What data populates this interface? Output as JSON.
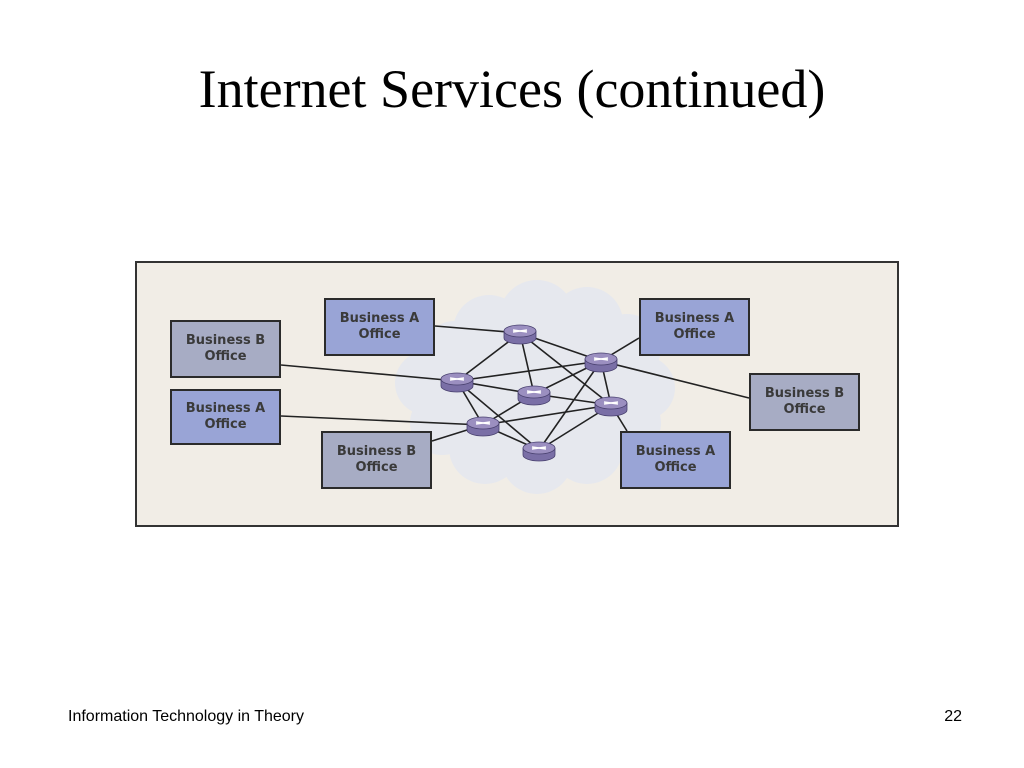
{
  "slide": {
    "title": "Internet Services (continued)",
    "footer_left": "Information Technology in Theory",
    "page_number": "22"
  },
  "diagram": {
    "offices": [
      {
        "id": "a_top_left",
        "line1": "Business A",
        "line2": "Office",
        "kind": "A"
      },
      {
        "id": "b_left",
        "line1": "Business B",
        "line2": "Office",
        "kind": "B"
      },
      {
        "id": "a_left",
        "line1": "Business A",
        "line2": "Office",
        "kind": "A"
      },
      {
        "id": "b_bottom_left",
        "line1": "Business B",
        "line2": "Office",
        "kind": "B"
      },
      {
        "id": "a_top_right",
        "line1": "Business A",
        "line2": "Office",
        "kind": "A"
      },
      {
        "id": "b_right",
        "line1": "Business B",
        "line2": "Office",
        "kind": "B"
      },
      {
        "id": "a_bottom_right",
        "line1": "Business A",
        "line2": "Office",
        "kind": "A"
      }
    ],
    "routers": [
      "r1",
      "r2",
      "r3",
      "r4",
      "r5",
      "r6",
      "r7"
    ],
    "links": [
      [
        "a_top_left",
        "r1"
      ],
      [
        "b_left",
        "r3"
      ],
      [
        "a_left",
        "r6"
      ],
      [
        "b_bottom_left",
        "r6"
      ],
      [
        "a_top_right",
        "r2"
      ],
      [
        "b_right",
        "r2"
      ],
      [
        "a_bottom_right",
        "r5"
      ],
      [
        "r1",
        "r2"
      ],
      [
        "r1",
        "r3"
      ],
      [
        "r1",
        "r4"
      ],
      [
        "r1",
        "r5"
      ],
      [
        "r2",
        "r3"
      ],
      [
        "r2",
        "r4"
      ],
      [
        "r2",
        "r5"
      ],
      [
        "r2",
        "r7"
      ],
      [
        "r3",
        "r4"
      ],
      [
        "r3",
        "r6"
      ],
      [
        "r3",
        "r7"
      ],
      [
        "r4",
        "r5"
      ],
      [
        "r4",
        "r6"
      ],
      [
        "r5",
        "r6"
      ],
      [
        "r5",
        "r7"
      ],
      [
        "r6",
        "r7"
      ]
    ],
    "colors": {
      "figure_bg": "#f1ede6",
      "cloud": "#e6e8ee",
      "office_a": "#99a4d6",
      "office_b": "#a7acc4",
      "router": "#9b8fc0",
      "link": "#222222"
    }
  }
}
